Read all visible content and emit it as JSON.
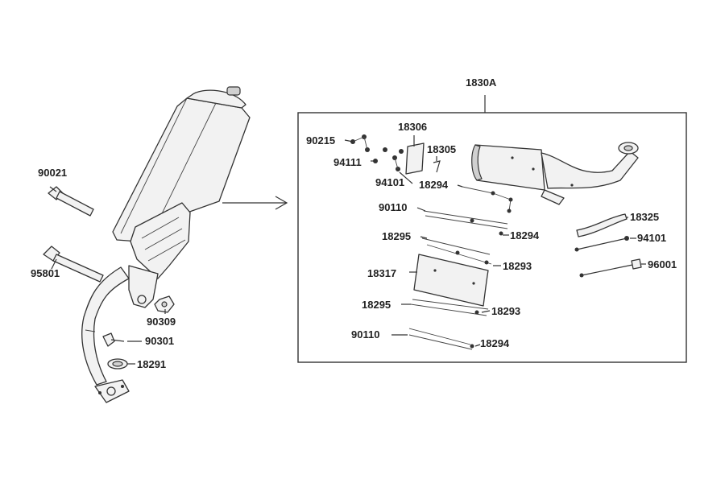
{
  "assembly": {
    "label": "1830A"
  },
  "callouts": {
    "p90021": "90021",
    "p95801": "95801",
    "p90309": "90309",
    "p90301": "90301",
    "p18291": "18291",
    "p90215": "90215",
    "p94111": "94111",
    "p18306": "18306",
    "p18305": "18305",
    "p94101a": "94101",
    "p18294a": "18294",
    "p90110a": "90110",
    "p18294b": "18294",
    "p18295a": "18295",
    "p18293a": "18293",
    "p18317": "18317",
    "p18295b": "18295",
    "p18293b": "18293",
    "p90110b": "90110",
    "p18294c": "18294",
    "p18325": "18325",
    "p94101b": "94101",
    "p96001": "96001"
  }
}
